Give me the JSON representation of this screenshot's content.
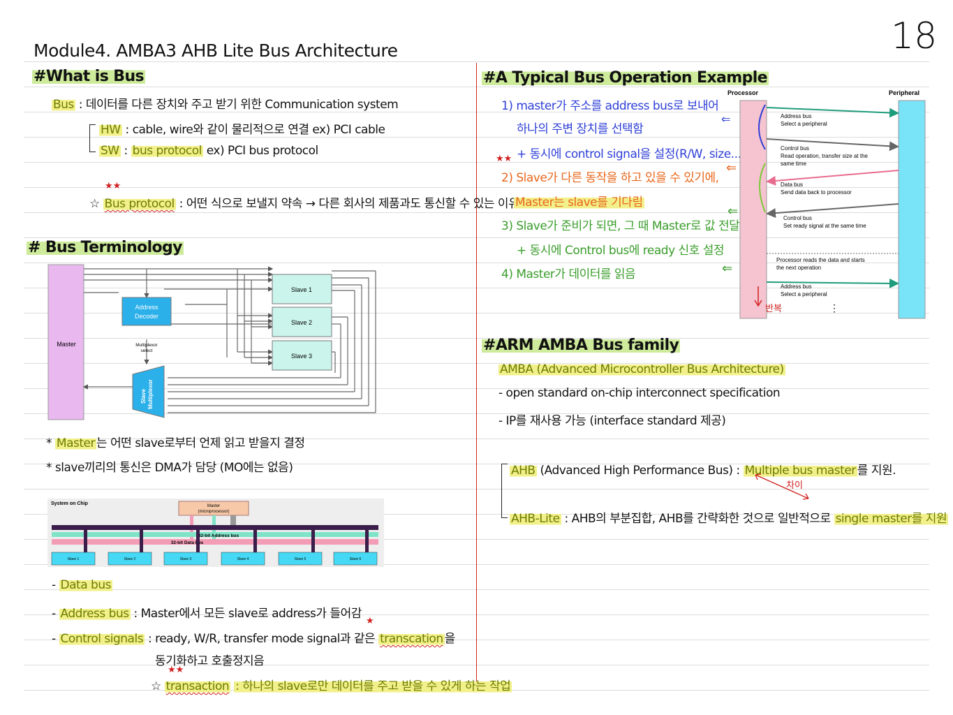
{
  "page": {
    "title": "Module4. AMBA3 AHB Lite Bus Architecture",
    "page_number": "18"
  },
  "what_is_bus": {
    "heading": "#What is Bus",
    "bus_term": "Bus",
    "bus_def": ": 데이터를 다른 장치와 주고 받기 위한 Communication system",
    "hw_term": "HW",
    "hw_def": ": cable, wire와 같이 물리적으로 연결  ex) PCI cable",
    "sw_term": "SW",
    "sw_def": ":",
    "sw_value": "bus protocol",
    "sw_ex": "ex) PCI bus protocol",
    "protocol_term": "Bus protocol",
    "protocol_def": ": 어떤 식으로 보낼지 약속 → 다른 회사의 제품과도 통신할 수 있는 이유"
  },
  "bus_terminology": {
    "heading": "# Bus Terminology",
    "diagram": {
      "master": "Master",
      "decoder_1": "Address",
      "decoder_2": "Decoder",
      "mux_select_1": "Multiplexor",
      "mux_select_2": "select",
      "mux_1": "Slave",
      "mux_2": "Multiplexor",
      "slaves": [
        "Slave 1",
        "Slave 2",
        "Slave 3"
      ]
    },
    "note1_term": "Master",
    "note1_rest": "는 어떤 slave로부터 언제 읽고 받을지 결정",
    "note2": "* slave끼리의 통신은 DMA가 담당 (MO에는 없음)"
  },
  "soc_diagram": {
    "label": "System on Chip",
    "master_1": "Master",
    "master_2": "(microprocessor)",
    "address_bus": "32-bit Address bus",
    "data_bus": "32-bit Data bus",
    "slaves": [
      "Slave 1",
      "Slave 2",
      "Slave 3",
      "Slave 4",
      "Slave 5",
      "Slave 6"
    ]
  },
  "buses": {
    "data_bus": "Data bus",
    "address_bus": "Address bus",
    "address_def": ": Master에서 모든 slave로 address가 들어감",
    "control_signals": "Control signals",
    "control_def_1": ": ready, W/R, transfer mode signal과 같은",
    "control_transaction": "transcation",
    "control_def_2": "을",
    "control_def_3": "동기화하고 호출정지음",
    "transaction_term": "transaction",
    "transaction_def": ": 하나의 slave로만 데이터를 주고 받을 수 있게 하는 작업"
  },
  "typical_operation": {
    "heading": "#A Typical Bus Operation Example",
    "step1a": "1) master가 주소를 address bus로 보내어",
    "step1b": "하나의 주변 장치를 선택함",
    "step1c": "+ 동시에 control signal을 설정(R/W, size...)",
    "step2a": "2) Slave가 다른 동작을 하고 있을 수 있기에,",
    "step2b": "Master는 slave를 기다림",
    "step3a": "3) Slave가 준비가 되면, 그 때 Master로 값 전달",
    "step3b": "+ 동시에 Control bus에 ready 신호 설정",
    "step4": "4) Master가 데이터를 읽음",
    "repeat": "반복",
    "diagram": {
      "processor": "Processor",
      "peripheral": "Peripheral",
      "m1a": "Address bus",
      "m1b": "Select a peripheral",
      "m2a": "Control bus",
      "m2b": "Read operation, transfer size at the",
      "m2c": "same time",
      "m3a": "Data bus",
      "m3b": "Send data back to processor",
      "m4a": "Control bus",
      "m4b": "Set ready signal at the same time",
      "m5a": "Processor reads the data and starts",
      "m5b": "the next operation",
      "m6a": "Address bus",
      "m6b": "Select a peripheral",
      "dots": "⋮"
    }
  },
  "amba_family": {
    "heading": "#ARM AMBA Bus family",
    "amba_def": "AMBA (Advanced Microcontroller Bus Architecture)",
    "point1": "- open standard on-chip interconnect specification",
    "point2": "- IP를 재사용 가능 (interface standard 제공)",
    "ahb_term": "AHB",
    "ahb_def": "(Advanced High Performance Bus) :",
    "ahb_feature": "Multiple bus master",
    "ahb_tail": "를 지원.",
    "diff": "차이",
    "ahblite_term": "AHB-Lite",
    "ahblite_def": ": AHB의 부분집합, AHB를 간략화한 것으로 일반적으로",
    "ahblite_feature": "single master를 지원"
  },
  "colors": {
    "highlight_yellow": "#f2f08a",
    "highlight_green": "#cdeb9b",
    "margin_line": "#d12020",
    "diagram_cyan": "#5ee0f5",
    "diagram_pink": "#f5c4d0",
    "master_violet": "#e8b8ef"
  }
}
